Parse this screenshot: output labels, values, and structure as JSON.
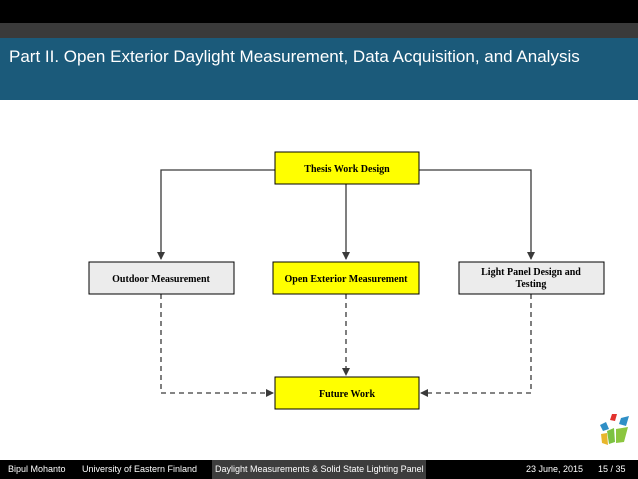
{
  "slide": {
    "title": "Part II. Open Exterior Daylight Measurement, Data Acquisition, and Analysis"
  },
  "diagram": {
    "nodes": {
      "thesis": "Thesis Work Design",
      "outdoor": "Outdoor Measurement",
      "open_exterior": "Open Exterior Measurement",
      "light_panel_line1": "Light Panel Design and",
      "light_panel_line2": "Testing",
      "future": "Future Work"
    },
    "colors": {
      "highlight_fill": "#ffff00",
      "default_fill": "#ececec",
      "border": "#000000",
      "arrow": "#3a3a3a"
    }
  },
  "footer": {
    "author": "Bipul Mohanto",
    "institution": "University of Eastern Finland",
    "short_title": "Daylight Measurements & Solid State Lighting Panel De",
    "date": "23 June, 2015",
    "page": "15 / 35"
  },
  "logo": {
    "icon": "university-logo-icon"
  }
}
